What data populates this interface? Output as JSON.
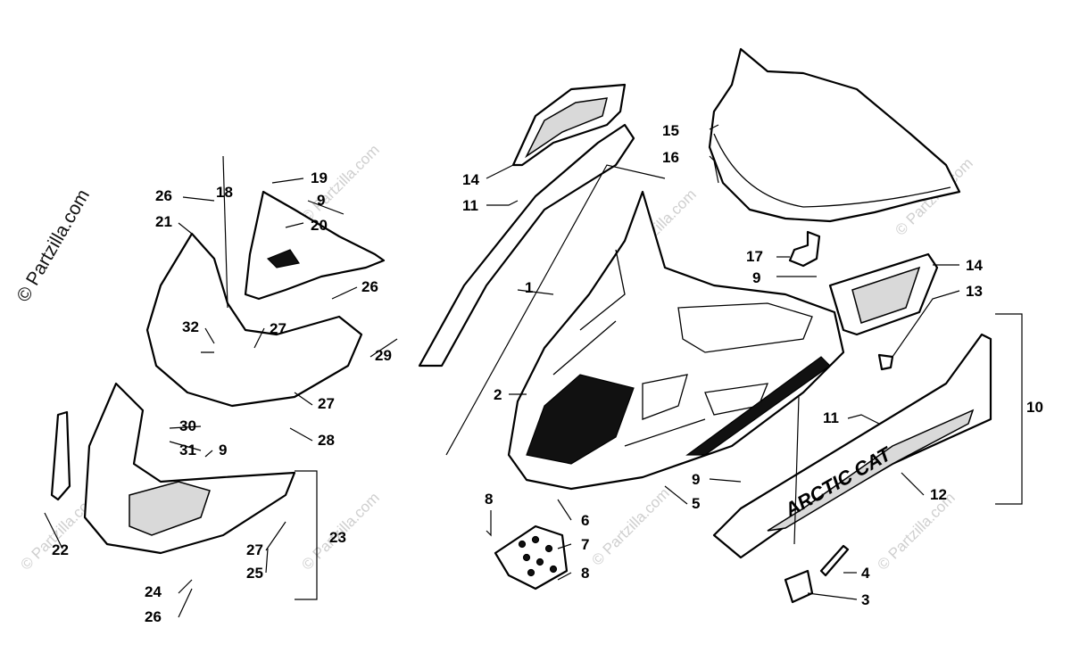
{
  "brand": "© Partzilla.com",
  "watermark": "© Partzilla.com",
  "decal_text": "ARCTIC CAT",
  "callouts": [
    "1",
    "2",
    "3",
    "4",
    "5",
    "6",
    "7",
    "8",
    "9",
    "10",
    "11",
    "12",
    "13",
    "14",
    "15",
    "16",
    "17",
    "18",
    "19",
    "20",
    "21",
    "22",
    "23",
    "24",
    "25",
    "26",
    "27",
    "28",
    "29",
    "30",
    "31",
    "32"
  ]
}
